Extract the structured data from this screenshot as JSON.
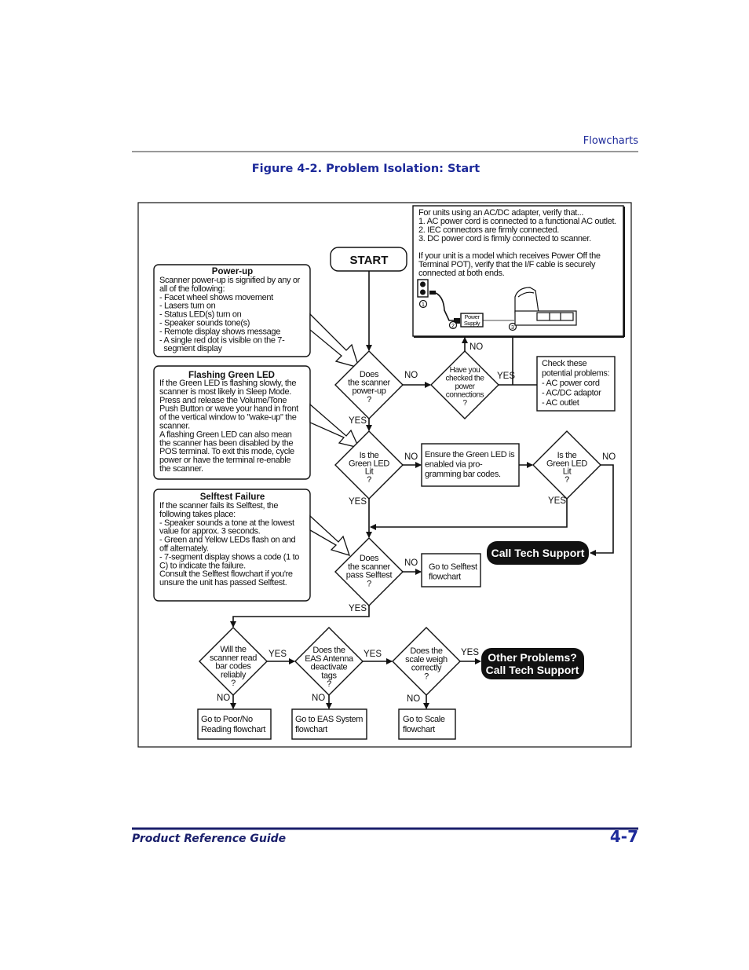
{
  "header": {
    "section": "Flowcharts"
  },
  "figure_title": "Figure 4-2. Problem Isolation: Start",
  "footer": {
    "guide_title": "Product Reference Guide",
    "page_number": "4-7"
  },
  "colors": {
    "heading": "#1d2a9a",
    "footer_rule": "#1a1f6b",
    "pill": "#111111"
  },
  "flowchart": {
    "start": "START",
    "info_box": {
      "lines": [
        "For units using an AC/DC adapter, verify that...",
        "1. AC power cord is connected to a functional AC outlet.",
        "2. IEC connectors are firmly connected.",
        "3. DC power cord is firmly connected to scanner."
      ],
      "lines2": [
        "If your unit is a model which receives Power Off the",
        "Terminal POT), verify that the I/F cable is securely",
        "connected at both ends."
      ],
      "power_supply": [
        "Power",
        "Supply"
      ],
      "callouts": [
        "1",
        "2",
        "3"
      ]
    },
    "powerup": {
      "title": "Power-up",
      "lines": [
        "Scanner power-up is signified by any or",
        "all of the following:",
        "- Facet wheel shows movement",
        "- Lasers turn on",
        "- Status LED(s) turn on",
        "- Speaker sounds tone(s)",
        "- Remote display shows message",
        "- A single red dot is visible on the 7-",
        "  segment display"
      ]
    },
    "flashing": {
      "title": "Flashing Green LED",
      "lines": [
        "If the Green LED is flashing slowly, the",
        "scanner is most likely in Sleep Mode.",
        "Press and release the Volume/Tone",
        "Push Button or wave your hand in front",
        "of the vertical window to \"wake-up\" the",
        "scanner.",
        "A flashing Green LED can also mean",
        "the scanner has been disabled by the",
        "POS terminal. To exit this mode, cycle",
        "power or have the terminal re-enable",
        "the scanner."
      ]
    },
    "selftest": {
      "title": "Selftest Failure",
      "lines": [
        "If the scanner fails its Selftest, the",
        "following takes place:",
        "- Speaker sounds a tone at the lowest",
        "value for approx. 3 seconds.",
        "- Green and Yellow LEDs flash on and",
        "off alternately.",
        "- 7-segment display shows a code (1 to",
        "C) to indicate the failure.",
        "",
        "Consult the Selftest flowchart if you're",
        "unsure the unit has passed Selftest."
      ]
    },
    "decisions": {
      "powerup": [
        "Does",
        "the scanner",
        "power-up",
        "?"
      ],
      "checked": [
        "Have you",
        "checked the",
        "power",
        "connections",
        "?"
      ],
      "led1": [
        "Is the",
        "Green LED",
        "Lit",
        "?"
      ],
      "led2": [
        "Is the",
        "Green LED",
        "Lit",
        "?"
      ],
      "selftest": [
        "Does",
        "the scanner",
        "pass Selftest",
        "?"
      ],
      "read": [
        "Will the",
        "scanner read",
        "bar codes",
        "reliably",
        "?"
      ],
      "eas": [
        "Does the",
        "EAS Antenna",
        "deactivate",
        "tags",
        "?"
      ],
      "scale": [
        "Does the",
        "scale weigh",
        "correctly",
        "?"
      ]
    },
    "boxes": {
      "check": [
        "Check these",
        "potential problems:",
        "- AC power cord",
        "- AC/DC adaptor",
        "- AC outlet"
      ],
      "ensure": [
        "Ensure the Green LED is",
        "enabled via pro-",
        "gramming bar codes."
      ],
      "selftest_flow": [
        "Go to Selftest",
        "flowchart"
      ],
      "poor_read": [
        "Go to Poor/No",
        "Reading flowchart"
      ],
      "eas_flow": [
        "Go to EAS System",
        "flowchart"
      ],
      "scale_flow": [
        "Go to Scale",
        "flowchart"
      ]
    },
    "call_tech": "Call Tech Support",
    "other_problems": [
      "Other Problems?",
      "Call Tech Support"
    ],
    "yes": "YES",
    "no": "NO"
  }
}
